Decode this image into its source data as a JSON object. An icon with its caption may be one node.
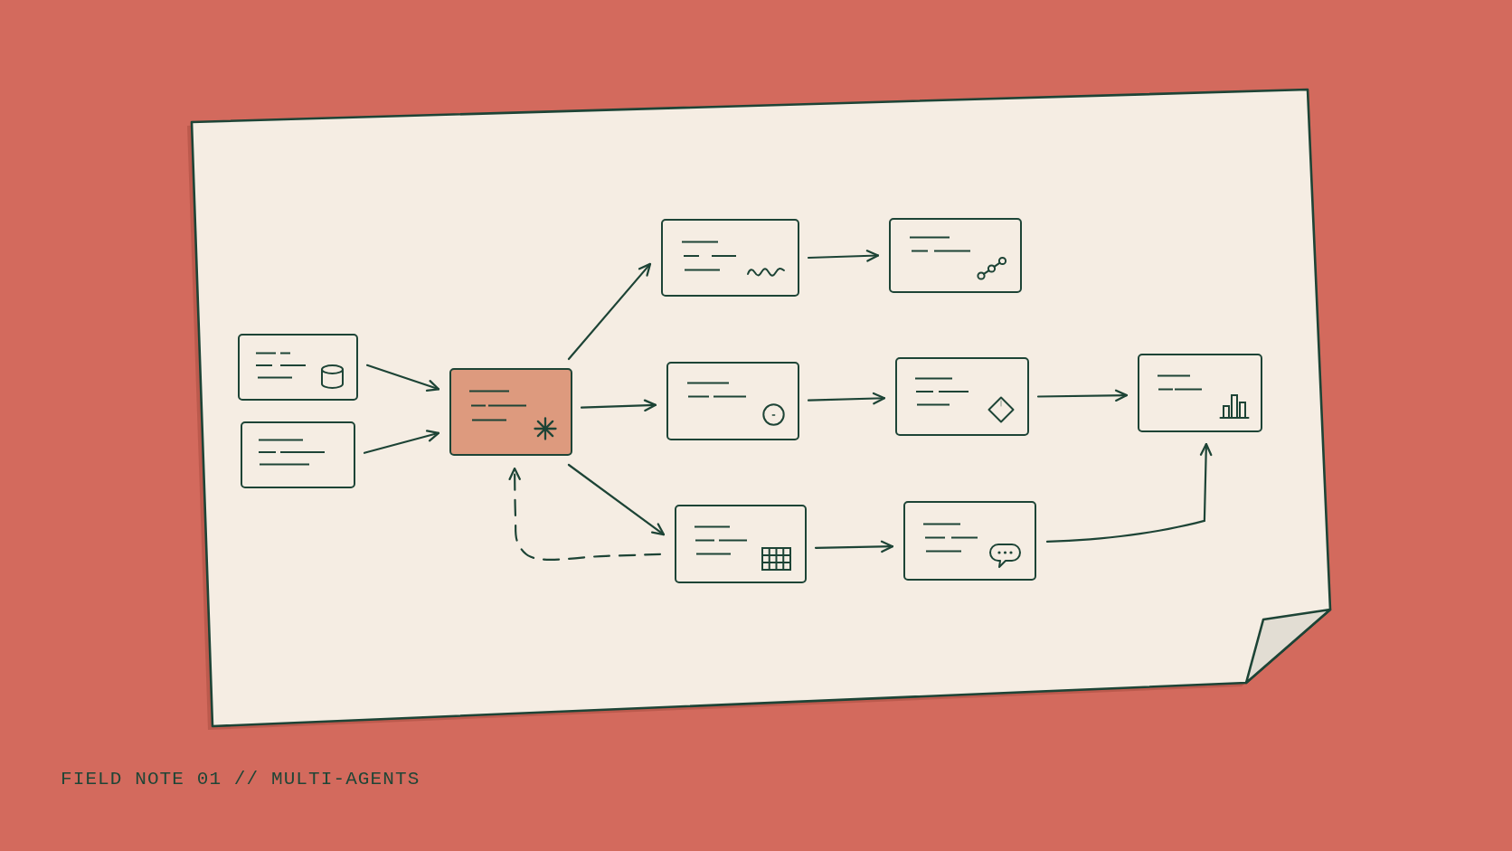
{
  "diagram": {
    "caption": "FIELD NOTE 01 // MULTI-AGENTS",
    "nodes": [
      {
        "text": [],
        "shape": "box"
      },
      {
        "text": [],
        "shape": "box"
      },
      {
        "text": [],
        "shape": "box"
      },
      {
        "text": [],
        "shape": "box"
      },
      {
        "text": [],
        "shape": "box"
      },
      {
        "text": [],
        "shape": "box"
      },
      {
        "text": [],
        "shape": "box"
      },
      {
        "text": [],
        "shape": "box"
      },
      {
        "text": [],
        "shape": "box"
      },
      {
        "text": [],
        "shape": "box"
      }
    ],
    "edges": [
      {
        "from": 0,
        "to": 2,
        "arrow": "to"
      },
      {
        "from": 1,
        "to": 2,
        "arrow": "to"
      },
      {
        "from": 2,
        "to": 3,
        "arrow": "to"
      },
      {
        "from": 2,
        "to": 5,
        "arrow": "to"
      },
      {
        "from": 2,
        "to": 8,
        "arrow": "to"
      },
      {
        "from": 3,
        "to": 4,
        "arrow": "to"
      },
      {
        "from": 5,
        "to": 6,
        "arrow": "to"
      },
      {
        "from": 6,
        "to": 7,
        "arrow": "to"
      },
      {
        "from": 8,
        "to": 9,
        "arrow": "to"
      },
      {
        "from": 9,
        "to": 7,
        "arrow": "to"
      },
      {
        "from": 8,
        "to": 2,
        "arrow": "to",
        "style": "dashed"
      }
    ]
  }
}
